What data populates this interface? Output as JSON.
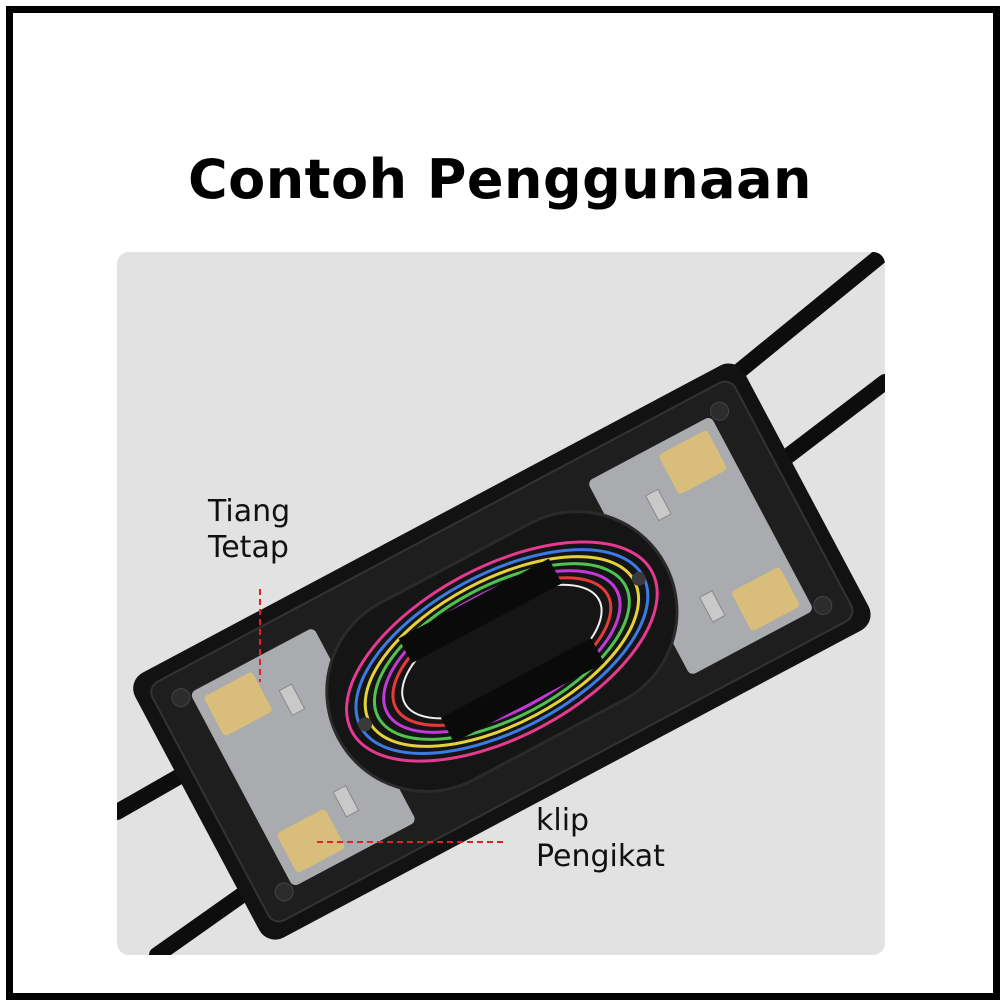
{
  "title": "Contoh Penggunaan",
  "labels": {
    "fixed_post": {
      "line1": "Tiang",
      "line2": "Tetap"
    },
    "binding_clip": {
      "line1": "klip",
      "line2": "Pengikat"
    }
  },
  "colors": {
    "background": "#ffffff",
    "border": "#000000",
    "panel": "#e2e2e3",
    "leader_line": "#e0202a",
    "clamp": "#d9bd7a",
    "enclosure": "#111111"
  },
  "icons": [
    "fiber-splice-closure-photo"
  ]
}
